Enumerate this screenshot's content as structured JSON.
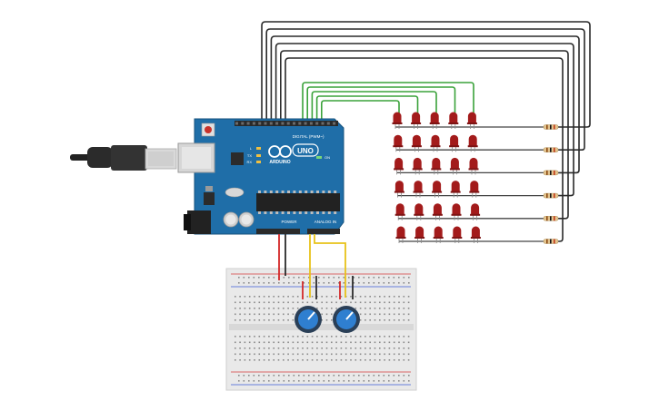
{
  "arduino": {
    "brand": "ARDUINO",
    "model": "UNO",
    "digital_header": "DIGITAL (PWM~)",
    "power_header": "POWER",
    "analog_header": "ANALOG IN",
    "on_label": "ON",
    "led_l": "L",
    "led_tx": "TX",
    "led_rx": "RX",
    "board_color": "#1f6ea8"
  },
  "led_matrix": {
    "rows": 6,
    "cols": 5,
    "led_color": "#a31b1b"
  },
  "resistors": {
    "count": 6
  },
  "potentiometers": {
    "count": 2,
    "knob_color": "#2f7fd0"
  },
  "breadboard": {
    "body_color": "#e9e9e9"
  },
  "wire_colors": {
    "row_wires": "#2a2a2a",
    "column_wires": "#3aa23a",
    "power": "#d42828",
    "ground": "#2a2a2a",
    "signal": "#e8c21a"
  },
  "icons": {
    "usb_cable": "usb-cable-icon",
    "reset_button": "reset-button-icon",
    "infinity_logo": "arduino-infinity-logo-icon"
  }
}
